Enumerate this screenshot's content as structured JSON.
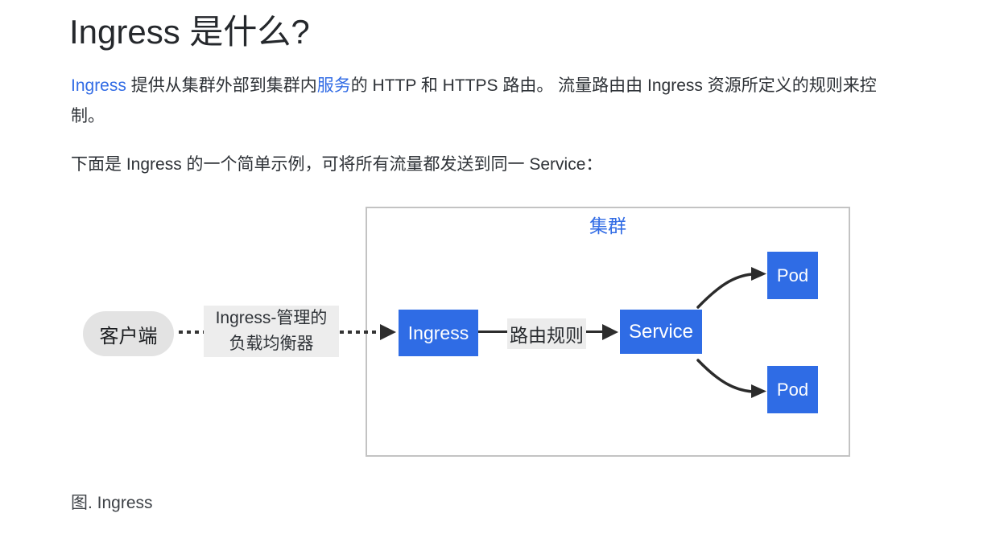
{
  "header": {
    "title": "Ingress 是什么?"
  },
  "intro": {
    "ingress_link": "Ingress",
    "segment_1": " 提供从集群外部到集群内",
    "service_link": "服务",
    "segment_2": "的 HTTP 和 HTTPS 路由。 流量路由由 Ingress 资源所定义的规则来控制。"
  },
  "example_intro": "下面是 Ingress 的一个简单示例，可将所有流量都发送到同一 Service：",
  "diagram": {
    "cluster_label": "集群",
    "client_label": "客户端",
    "lb_label_line1": "Ingress-管理的",
    "lb_label_line2": "负载均衡器",
    "ingress_node": "Ingress",
    "route_label": "路由规则",
    "service_node": "Service",
    "pod_top": "Pod",
    "pod_bottom": "Pod"
  },
  "caption": "图. Ingress",
  "colors": {
    "node_blue": "#2f6ce5",
    "link_blue": "#326ce5",
    "cluster_border": "#c3c3c3",
    "label_bg": "#ededed",
    "client_bg": "#e3e3e3",
    "arrow_dark": "#2d2d2d",
    "body_text": "#2e3237"
  }
}
